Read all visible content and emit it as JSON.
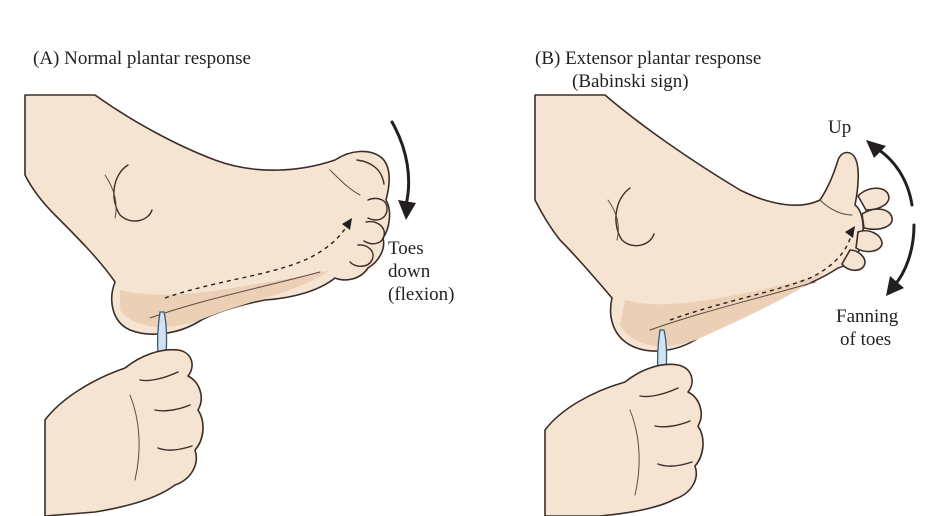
{
  "panels": [
    {
      "title": "(A)  Normal plantar response",
      "labels": [
        "Toes",
        "down",
        "(flexion)"
      ]
    },
    {
      "title_line1": "(B)  Extensor plantar response",
      "title_line2": "(Babinski sign)",
      "label_up": "Up",
      "labels_fanning": [
        "Fanning",
        "of toes"
      ]
    }
  ],
  "colors": {
    "skin": "#f6e4d2",
    "outline": "#3b2e28",
    "probe": "#cfe3f3"
  }
}
